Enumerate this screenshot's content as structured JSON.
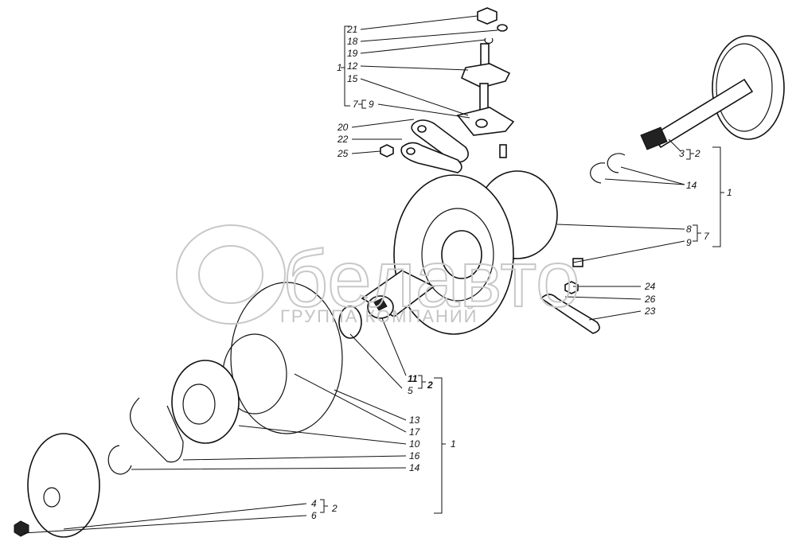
{
  "watermark": {
    "name": "белавто",
    "subtitle": "ГРУППА КОМПАНИЙ"
  },
  "labels": {
    "top": [
      "21",
      "18",
      "19",
      "12",
      "15"
    ],
    "top_group": "1",
    "top_sub_group": "7",
    "top_sub_item": "9",
    "mid_left": [
      "20",
      "22",
      "25"
    ],
    "right_shaft": "3",
    "right_shaft_group": "2",
    "right_rings": "14",
    "right_group": "1",
    "right_housing": [
      "8",
      "9"
    ],
    "right_housing_group": "7",
    "right_lower": [
      "24",
      "26",
      "23"
    ],
    "center_pair": [
      "11",
      "5"
    ],
    "center_pair_group": "2",
    "lower": [
      "13",
      "17",
      "10",
      "16",
      "14"
    ],
    "lower_group": "1",
    "wheel": [
      "4",
      "6"
    ],
    "wheel_group": "2"
  }
}
